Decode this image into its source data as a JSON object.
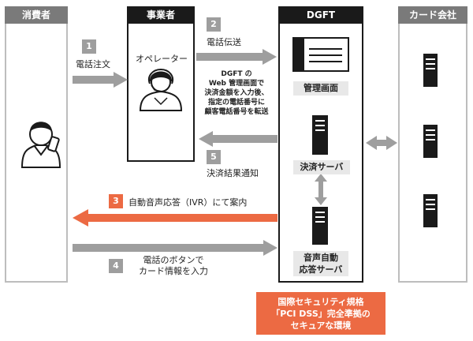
{
  "lanes": {
    "consumer": "消費者",
    "business": "事業者",
    "dgft": "DGFT",
    "card_company": "カード会社"
  },
  "steps": {
    "s1": {
      "num": "1",
      "label": "電話注文"
    },
    "s2": {
      "num": "2",
      "label": "電話伝送"
    },
    "s3": {
      "num": "3",
      "label": "自動音声応答（IVR）にて案内"
    },
    "s4": {
      "num": "4",
      "label_line1": "電話のボタンで",
      "label_line2": "カード情報を入力"
    },
    "s5": {
      "num": "5",
      "label": "決済結果通知"
    }
  },
  "operator": {
    "label": "オペレーター"
  },
  "instruction": {
    "line1": "DGFT の",
    "line2": "Web 管理画面で",
    "line3": "決済金額を入力後、",
    "line4": "指定の電話番号に",
    "line5": "顧客電話番号を転送"
  },
  "dgft_items": {
    "admin_screen": "管理画面",
    "payment_server": "決済サーバ",
    "voice_server_line1": "音声自動",
    "voice_server_line2": "応答サーバ"
  },
  "badge": {
    "line1": "国際セキュリティ規格",
    "line2": "「PCI DSS」完全準拠の",
    "line3": "セキュアな環境"
  },
  "colors": {
    "gray": "#9e9e9e",
    "orange": "#ec6a43",
    "black": "#1a1a1a",
    "head_gray": "#7a7a7a"
  }
}
